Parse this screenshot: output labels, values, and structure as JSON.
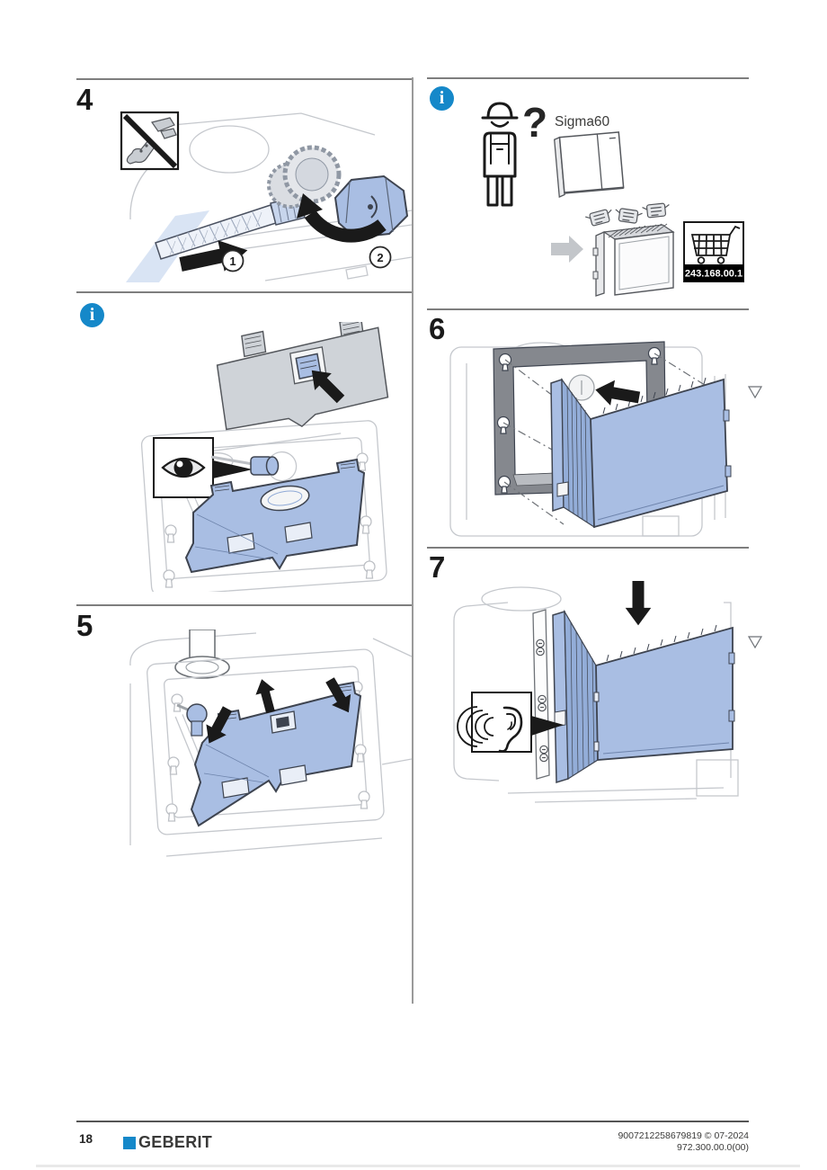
{
  "document": {
    "type": "installation-manual-page",
    "page_number": "18",
    "brand": "GEBERIT",
    "print_id": "9007212258679819 © 07-2024",
    "article_version": "972.300.00.0(00)"
  },
  "colors": {
    "accent_blue": "#1588C9",
    "drawing_blue_fill": "#A9BEE3",
    "drawing_outline": "#3E4450",
    "drawing_gray_plate": "#CFD3D8",
    "frame_dark_gray": "#85888E"
  },
  "sections": {
    "step4": {
      "label": "4",
      "callout_1": "1",
      "callout_2": "2",
      "icons": [
        "no-wrench-icon (do not use tools, hand-tighten)"
      ]
    },
    "info_cover": {
      "icons": [
        "info-icon",
        "eye-icon (check position)"
      ]
    },
    "step5": {
      "label": "5"
    },
    "info_sigma60": {
      "icons": [
        "info-icon",
        "worker-icon",
        "shopping-cart-icon"
      ],
      "question_mark": "?",
      "product_name": "Sigma60",
      "order_part_number": "243.168.00.1"
    },
    "step6": {
      "label": "6"
    },
    "step7": {
      "label": "7",
      "icons": [
        "ear-icon (audible click)"
      ]
    }
  }
}
